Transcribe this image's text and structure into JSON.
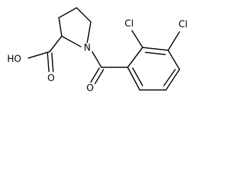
{
  "molecule": {
    "atoms": {
      "hydroxyl": "HO",
      "carbonyl_oxygen_acid": "O",
      "ring_nitrogen": "N",
      "carbonyl_oxygen_amide": "O",
      "chlorine_2": "Cl",
      "chlorine_3": "Cl"
    },
    "colors": {
      "bond": "#000000",
      "label": "#000000",
      "background": "#ffffff"
    }
  }
}
